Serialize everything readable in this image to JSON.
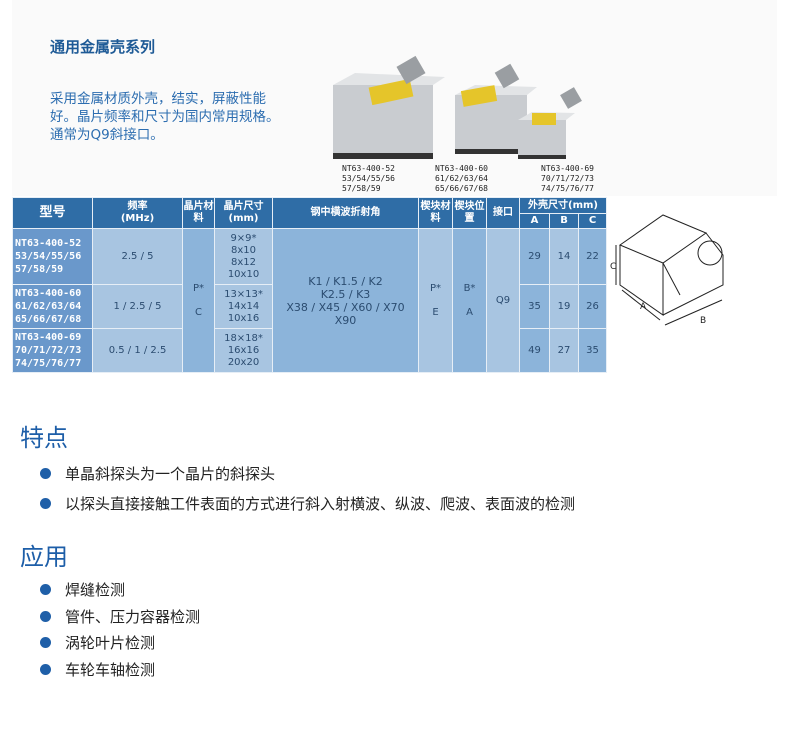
{
  "title": "通用金属壳系列",
  "description": "采用金属材质外壳，结实，屏蔽性能好。晶片频率和尺寸为国内常用规格。通常为Q9斜接口。",
  "products": [
    {
      "lines": [
        "NT63-400-52",
        "53/54/55/56",
        "57/58/59"
      ]
    },
    {
      "lines": [
        "NT63-400-60",
        "61/62/63/64",
        "65/66/67/68"
      ]
    },
    {
      "lines": [
        "NT63-400-69",
        "70/71/72/73",
        "74/75/76/77"
      ]
    }
  ],
  "table": {
    "headers": {
      "model": "型号",
      "freq": "频率",
      "freq_unit": "(MHz)",
      "crystal_mat": "晶片材料",
      "crystal_size": "晶片尺寸",
      "crystal_size_unit": "(mm)",
      "angle": "钢中横波折射角",
      "wedge_mat": "楔块材料",
      "wedge_pos": "楔块位置",
      "connector": "接口",
      "housing": "外壳尺寸(mm)",
      "a": "A",
      "b": "B",
      "c": "C"
    },
    "rows": [
      {
        "model": [
          "NT63-400-52",
          "53/54/55/56",
          "57/58/59"
        ],
        "freq": "2.5 / 5",
        "sizes": [
          "9×9*",
          "8x10",
          "8x12",
          "10x10"
        ],
        "a": "29",
        "b": "14",
        "c": "22"
      },
      {
        "model": [
          "NT63-400-60",
          "61/62/63/64",
          "65/66/67/68"
        ],
        "freq": "1 / 2.5 / 5",
        "sizes": [
          "13×13*",
          "14x14",
          "10x16"
        ],
        "a": "35",
        "b": "19",
        "c": "26"
      },
      {
        "model": [
          "NT63-400-69",
          "70/71/72/73",
          "74/75/76/77"
        ],
        "freq": "0.5 / 1 / 2.5",
        "sizes": [
          "18×18*",
          "16x16",
          "20x20"
        ],
        "a": "49",
        "b": "27",
        "c": "35"
      }
    ],
    "crystal_mat": [
      "P*",
      "C"
    ],
    "angles": [
      "K1 / K1.5 / K2",
      "K2.5 / K3",
      "X38 / X45 / X60 / X70",
      "X90"
    ],
    "wedge_mat": [
      "P*",
      "E"
    ],
    "wedge_pos": [
      "B*",
      "A"
    ],
    "connector": "Q9"
  },
  "diagram": {
    "labels": {
      "a": "A",
      "b": "B",
      "c": "C"
    }
  },
  "features": {
    "heading": "特点",
    "items": [
      "单晶斜探头为一个晶片的斜探头",
      "以探头直接接触工件表面的方式进行斜入射横波、纵波、爬波、表面波的检测"
    ]
  },
  "applications": {
    "heading": "应用",
    "items": [
      "焊缝检测",
      "管件、压力容器检测",
      "涡轮叶片检测",
      "车轮车轴检测"
    ]
  }
}
